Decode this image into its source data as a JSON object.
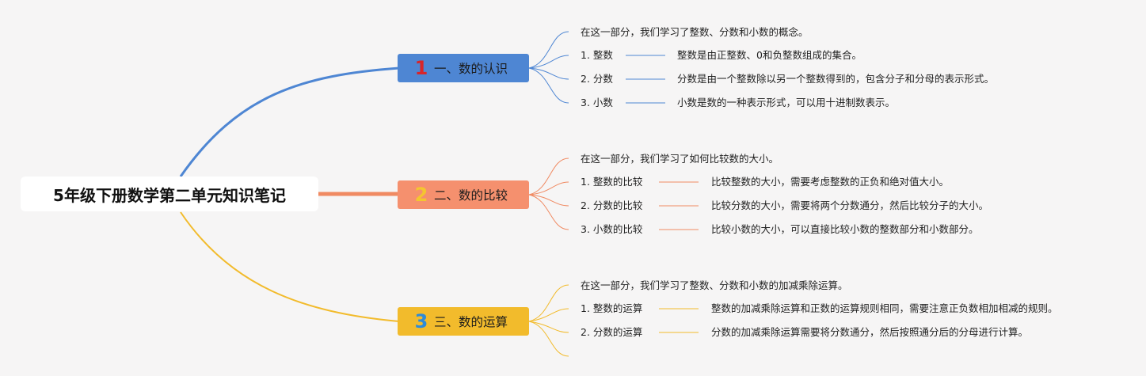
{
  "root": {
    "title": "5年级下册数学第二单元知识笔记"
  },
  "colors": {
    "background": "#f6f5f5",
    "branch1": "#4e86d3",
    "branch2": "#f5906e",
    "branch3": "#f2bb2c"
  },
  "branches": [
    {
      "number": "1",
      "title": "一、数的认识",
      "intro": "在这一部分，我们学习了整数、分数和小数的概念。",
      "items": [
        {
          "label": "1. 整数",
          "detail": "整数是由正整数、0和负整数组成的集合。"
        },
        {
          "label": "2. 分数",
          "detail": "分数是由一个整数除以另一个整数得到的，包含分子和分母的表示形式。"
        },
        {
          "label": "3. 小数",
          "detail": "小数是数的一种表示形式，可以用十进制数表示。"
        }
      ]
    },
    {
      "number": "2",
      "title": "二、数的比较",
      "intro": "在这一部分，我们学习了如何比较数的大小。",
      "items": [
        {
          "label": "1. 整数的比较",
          "detail": "比较整数的大小，需要考虑整数的正负和绝对值大小。"
        },
        {
          "label": "2. 分数的比较",
          "detail": "比较分数的大小，需要将两个分数通分，然后比较分子的大小。"
        },
        {
          "label": "3. 小数的比较",
          "detail": "比较小数的大小，可以直接比较小数的整数部分和小数部分。"
        }
      ]
    },
    {
      "number": "3",
      "title": "三、数的运算",
      "intro": "在这一部分，我们学习了整数、分数和小数的加减乘除运算。",
      "items": [
        {
          "label": "1. 整数的运算",
          "detail": "整数的加减乘除运算和正数的运算规则相同，需要注意正负数相加相减的规则。"
        },
        {
          "label": "2. 分数的运算",
          "detail": "分数的加减乘除运算需要将分数通分，然后按照通分后的分母进行计算。"
        }
      ]
    }
  ]
}
